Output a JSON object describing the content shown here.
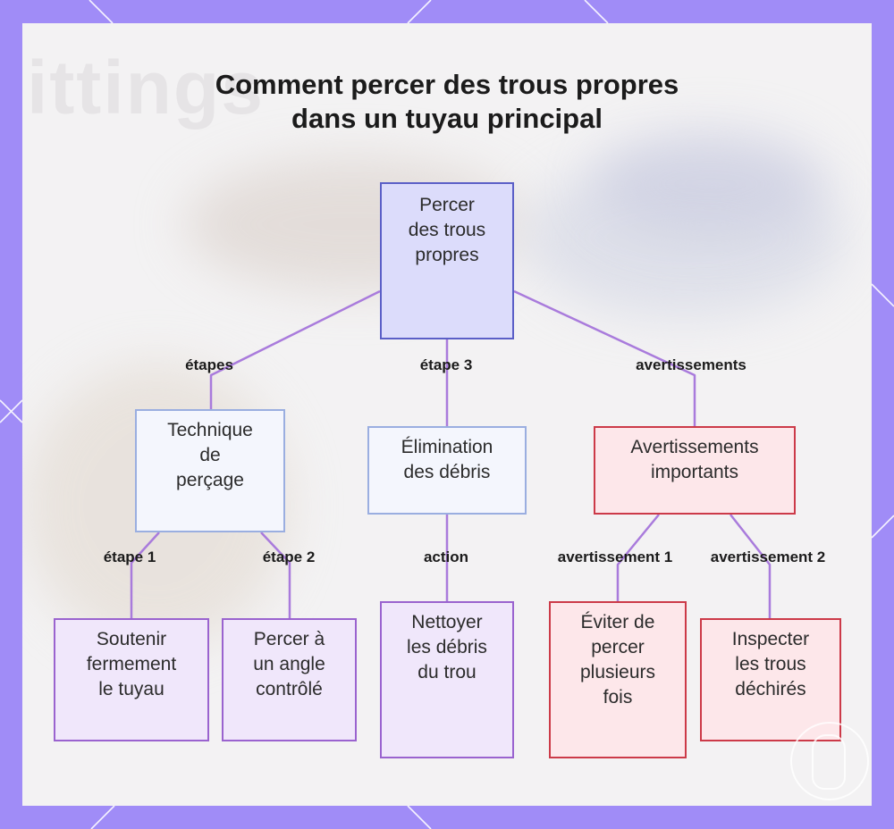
{
  "title": {
    "line1": "Comment percer des trous propres",
    "line2": "dans un tuyau principal"
  },
  "background": {
    "word": "ittings"
  },
  "nodes": {
    "root": "Percer\ndes trous\npropres",
    "technique": "Technique\nde\nperçage",
    "elimination": "Élimination\ndes débris",
    "avertissements": "Avertissements\nimportants",
    "soutenir": "Soutenir\nfermement\nle tuyau",
    "angle": "Percer à\nun angle\ncontrôlé",
    "nettoyer": "Nettoyer\nles débris\ndu trou",
    "eviter": "Éviter de\npercer\nplusieurs\nfois",
    "inspecter": "Inspecter\nles trous\ndéchirés"
  },
  "edges": {
    "etapes": "étapes",
    "etape3": "étape 3",
    "avertissements": "avertissements",
    "etape1": "étape 1",
    "etape2": "étape 2",
    "action": "action",
    "avertissement1": "avertissement 1",
    "avertissement2": "avertissement 2"
  },
  "colors": {
    "frame": "#a08cf7",
    "edge": "#a97bdc",
    "root_fill": "#dcdcfb",
    "warn_border": "#cc3a48",
    "leaf_border": "#9a63cf"
  }
}
